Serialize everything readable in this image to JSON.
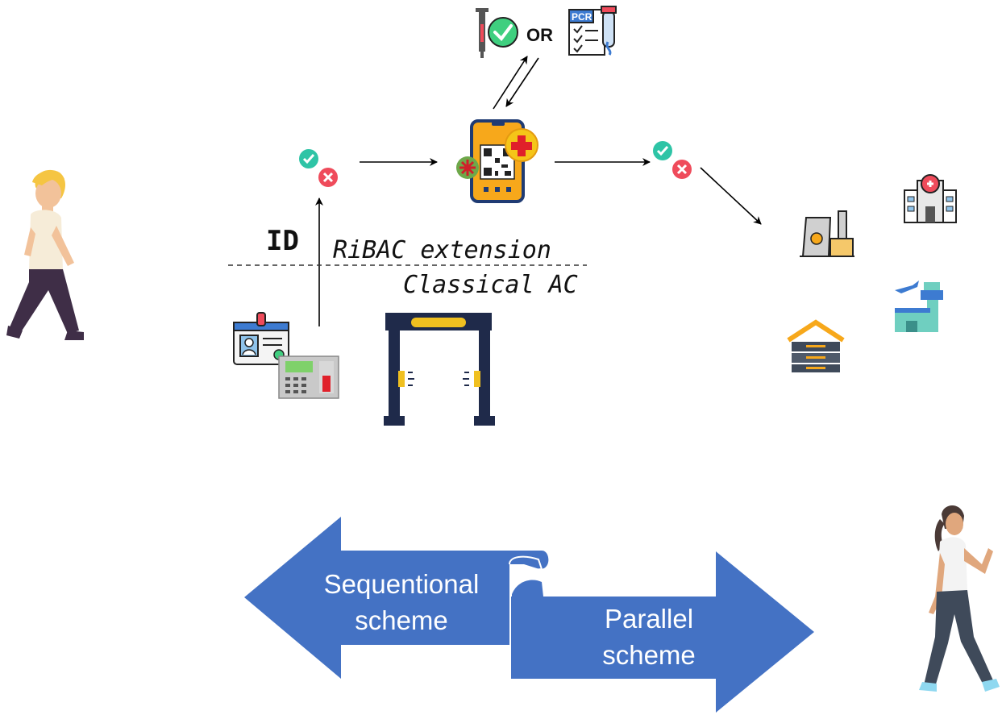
{
  "labels": {
    "or": "OR",
    "id": "ID",
    "ribac_extension": "RiBAC  extension",
    "classical_ac": "Classical AC",
    "sequential_line1": "Sequentional",
    "sequential_line2": "scheme",
    "parallel_line1": "Parallel",
    "parallel_line2": "scheme",
    "pcr_tag": "PCR"
  },
  "icons": [
    "walking-man-icon",
    "walking-woman-icon",
    "vaccine-syringe-icon",
    "pcr-test-report-icon",
    "phone-qr-health-pass-icon",
    "check-icon",
    "cross-icon",
    "id-badge-icon",
    "keypad-terminal-icon",
    "metal-detector-gate-icon",
    "nuclear-plant-icon",
    "hospital-icon",
    "airport-tower-icon",
    "data-warehouse-icon"
  ],
  "colors": {
    "arrow_blue": "#4472c4",
    "check_green": "#2ec4a6",
    "cross_red": "#ef4b5b",
    "phone_orange": "#f7a81b",
    "pcr_blue": "#3d7bd1"
  }
}
